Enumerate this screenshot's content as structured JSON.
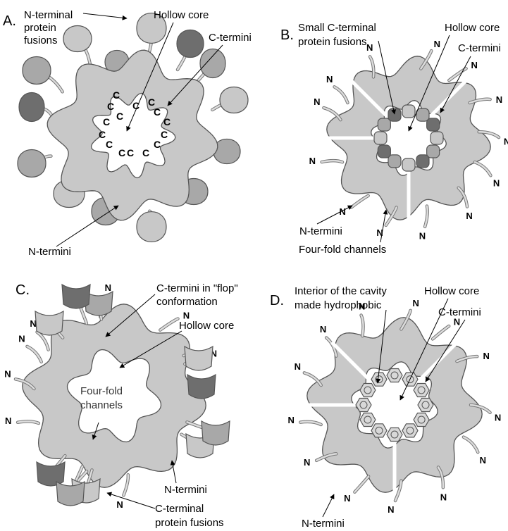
{
  "panels": {
    "A": {
      "letter": "A.",
      "n_fusions": "N-terminal\nprotein\nfusions",
      "hollow_core": "Hollow core",
      "c_termini": "C-termini",
      "n_termini": "N-termini",
      "c_glyph": "C",
      "fill_colors": [
        "#c8c8c8",
        "#a8a8a8",
        "#6e6e6e"
      ]
    },
    "B": {
      "letter": "B.",
      "c_fusions": "Small C-terminal\nprotein fusions",
      "hollow_core": "Hollow core",
      "c_termini": "C-termini",
      "n_termini": "N-termini",
      "channels": "Four-fold channels",
      "n_glyph": "N"
    },
    "C": {
      "letter": "C.",
      "flop": "C-termini in \"flop\"\nconformation",
      "hollow_core": "Hollow core",
      "channels": "Four-fold\nchannels",
      "n_termini": "N-termini",
      "c_fusions": "C-terminal\nprotein fusions",
      "n_glyph": "N"
    },
    "D": {
      "letter": "D.",
      "interior": "Interior of the cavity\nmade hydrophobic",
      "hollow_core": "Hollow core",
      "c_termini": "C-termini",
      "n_termini": "N-termini",
      "n_glyph": "N"
    }
  }
}
